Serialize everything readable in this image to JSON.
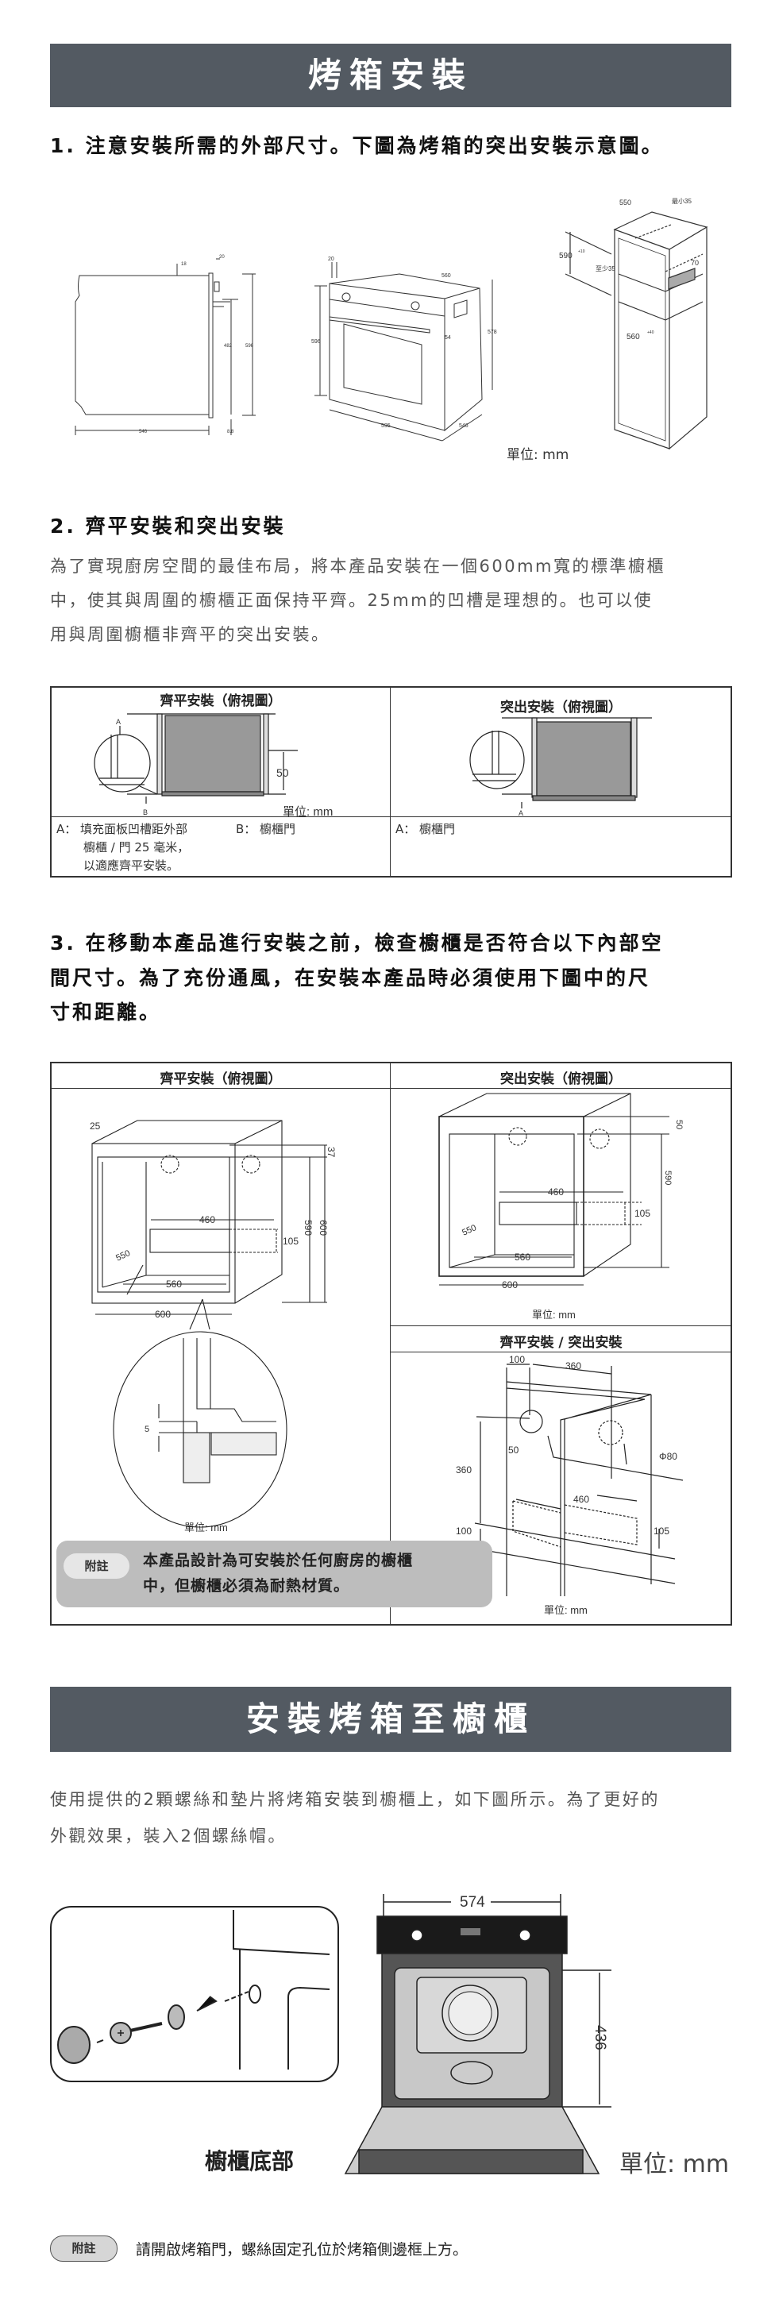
{
  "section1": {
    "header": "烤箱安裝",
    "step1": {
      "title": "1. 注意安裝所需的外部尺寸。下圖為烤箱的突出安裝示意圖。",
      "side_view": {
        "d18": "18",
        "d20": "20",
        "d482": "482",
        "d596": "596",
        "d546": "546",
        "d8_8": "8.8"
      },
      "front_view": {
        "d20": "20",
        "d560": "560",
        "d596": "596",
        "d54": "54",
        "d578": "578",
        "d595": "595",
        "d546": "546"
      },
      "cabinet_view": {
        "d550": "550",
        "min35": "最小35",
        "d590": "590",
        "tol590": "+10",
        "atleast35": "至少35",
        "d70": "70",
        "d560": "560",
        "tol560": "+40"
      },
      "unit": "單位: mm"
    },
    "step2": {
      "title": "2. 齊平安裝和突出安裝",
      "lines": [
        "為了實現廚房空間的最佳布局，將本產品安裝在一個600mm寬的標準櫥櫃",
        "中，使其與周圍的櫥櫃正面保持平齊。25mm的凹槽是理想的。也可以使",
        "用與周圍櫥櫃非齊平的突出安裝。"
      ],
      "table": {
        "left_header": "齊平安裝（俯視圖）",
        "right_header": "突出安裝（俯視圖）",
        "left_labels": {
          "a": "A",
          "b": "B",
          "d50": "50",
          "unit": "單位: mm"
        },
        "right_labels": {
          "a": "A"
        },
        "left_notes": [
          "A：  填充面板凹槽距外部",
          "櫥櫃 / 門 25 毫米，",
          "以適應齊平安裝。"
        ],
        "left_note_b": "B：  櫥櫃門",
        "right_note": "A：  櫥櫃門"
      }
    },
    "step3": {
      "lines": [
        "3. 在移動本產品進行安裝之前，檢查櫥櫃是否符合以下內部空",
        "間尺寸。為了充份通風，在安裝本產品時必須使用下圖中的尺",
        "寸和距離。"
      ],
      "table": {
        "left_header": "齊平安裝（俯視圖）",
        "right_header": "突出安裝（俯視圖）",
        "right_sub_header": "齊平安裝 / 突出安裝",
        "flush": {
          "d25": "25",
          "d37": "37",
          "d600v": "600",
          "d590": "590",
          "d460": "460",
          "d105": "105",
          "d550": "550",
          "d560": "560",
          "d600": "600",
          "d5": "5",
          "unit": "單位: mm"
        },
        "protrude": {
          "d50": "50",
          "d590": "590",
          "d460": "460",
          "d105": "105",
          "d550": "550",
          "d560": "560",
          "d600": "600",
          "unit": "單位: mm"
        },
        "both": {
          "d100": "100",
          "d360": "360",
          "phi80": "Φ80",
          "d50": "50",
          "d360v": "360",
          "d460": "460",
          "d100v": "100",
          "d105": "105",
          "unit": "單位: mm"
        },
        "note_badge": "附註",
        "note_lines": [
          "本產品設計為可安裝於任何廚房的櫥櫃",
          "中，但櫥櫃必須為耐熱材質。"
        ]
      }
    }
  },
  "section2": {
    "header": "安裝烤箱至櫥櫃",
    "lines": [
      "使用提供的2顆螺絲和墊片將烤箱安裝到櫥櫃上，如下圖所示。為了更好的",
      "外觀效果，裝入2個螺絲帽。"
    ],
    "figure": {
      "d574": "574",
      "d436": "436",
      "cabinet_bottom": "櫥櫃底部",
      "unit": "單位: mm"
    },
    "note_badge": "附註",
    "note_text": "請開啟烤箱門，螺絲固定孔位於烤箱側邊框上方。"
  },
  "colors": {
    "header_bg": "#535a62",
    "panel_gray": "#999999",
    "note_bg": "#bdbdbd"
  }
}
